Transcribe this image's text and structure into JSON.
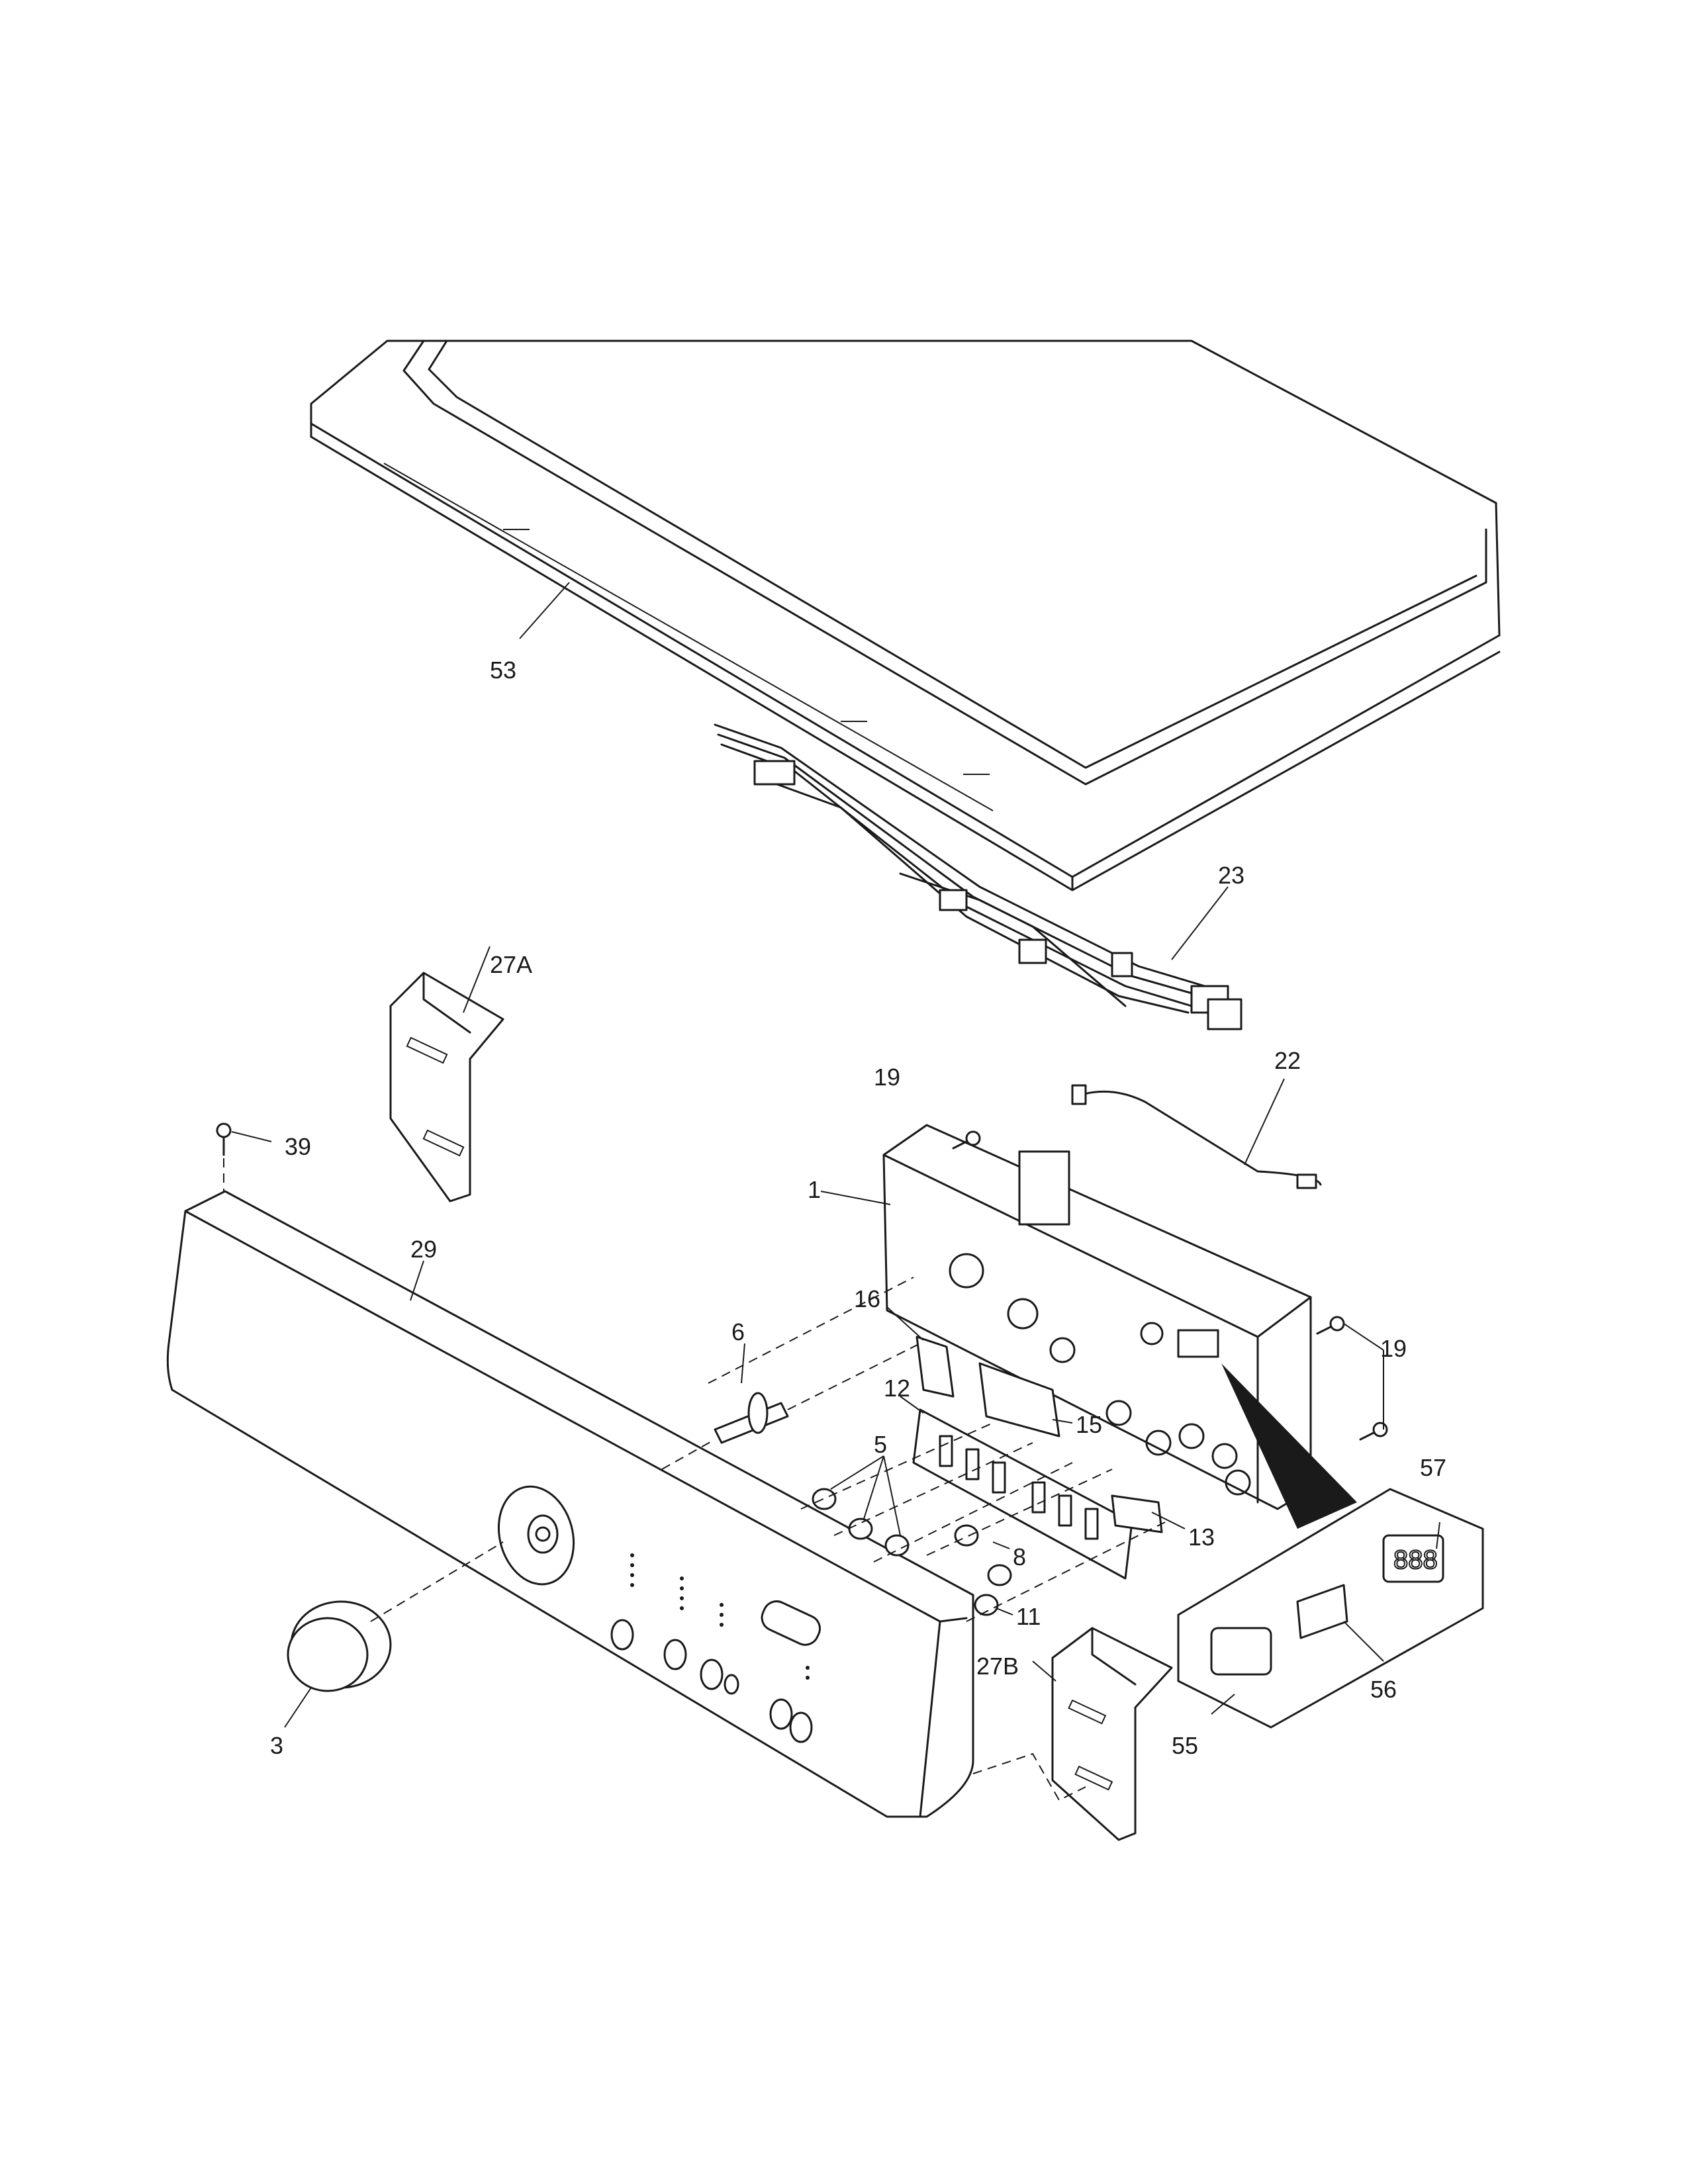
{
  "callouts": {
    "c53": "53",
    "c23": "23",
    "c27A": "27A",
    "c22": "22",
    "c19a": "19",
    "c39": "39",
    "c1": "1",
    "c29": "29",
    "c16": "16",
    "c19b": "19",
    "c6": "6",
    "c12": "12",
    "c15": "15",
    "c5": "5",
    "c57": "57",
    "c13": "13",
    "c8": "8",
    "c11": "11",
    "c27B": "27B",
    "c56": "56",
    "c3": "3",
    "c55": "55"
  }
}
